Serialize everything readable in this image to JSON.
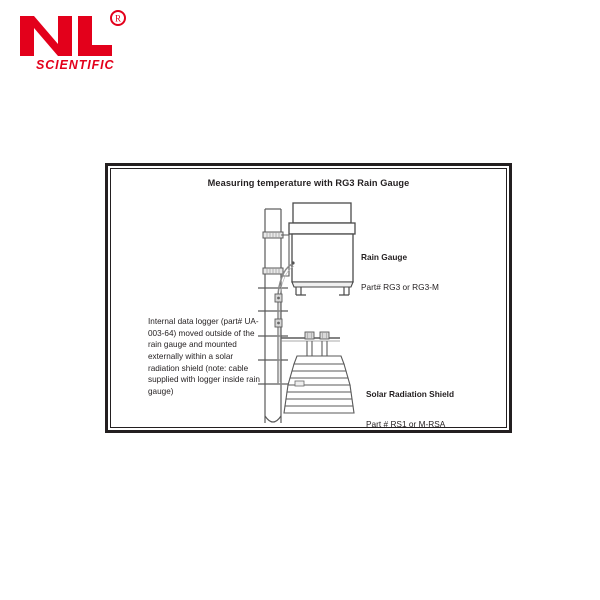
{
  "brand": {
    "name": "NL",
    "wordmark": "SCIENTIFIC",
    "registered_symbol": "®",
    "color": "#e3001b"
  },
  "diagram": {
    "title": "Measuring temperature with RG3 Rain Gauge",
    "border_color": "#231f20",
    "line_color": "#5a5a5a",
    "background": "#ffffff",
    "labels": {
      "rain_gauge": {
        "title": "Rain Gauge",
        "subtitle": "Part# RG3 or RG3-M"
      },
      "solar_shield": {
        "title": "Solar Radiation Shield",
        "subtitle": "Part # RS1 or M-RSA"
      },
      "data_logger": {
        "text": "Internal data logger (part# UA-003-64) moved outside of the rain gauge and mounted externally within a solar radiation shield (note: cable supplied with logger inside rain gauge)"
      }
    },
    "components": {
      "mast": "vertical-mounting-pole",
      "rain_gauge_body": "rg3-rain-gauge",
      "radiation_shield": "stacked-plate-radiation-shield",
      "cable": "sensor-cable",
      "clamps": "u-bolt-mounting-clamps",
      "shield_plate_count": 8
    }
  }
}
